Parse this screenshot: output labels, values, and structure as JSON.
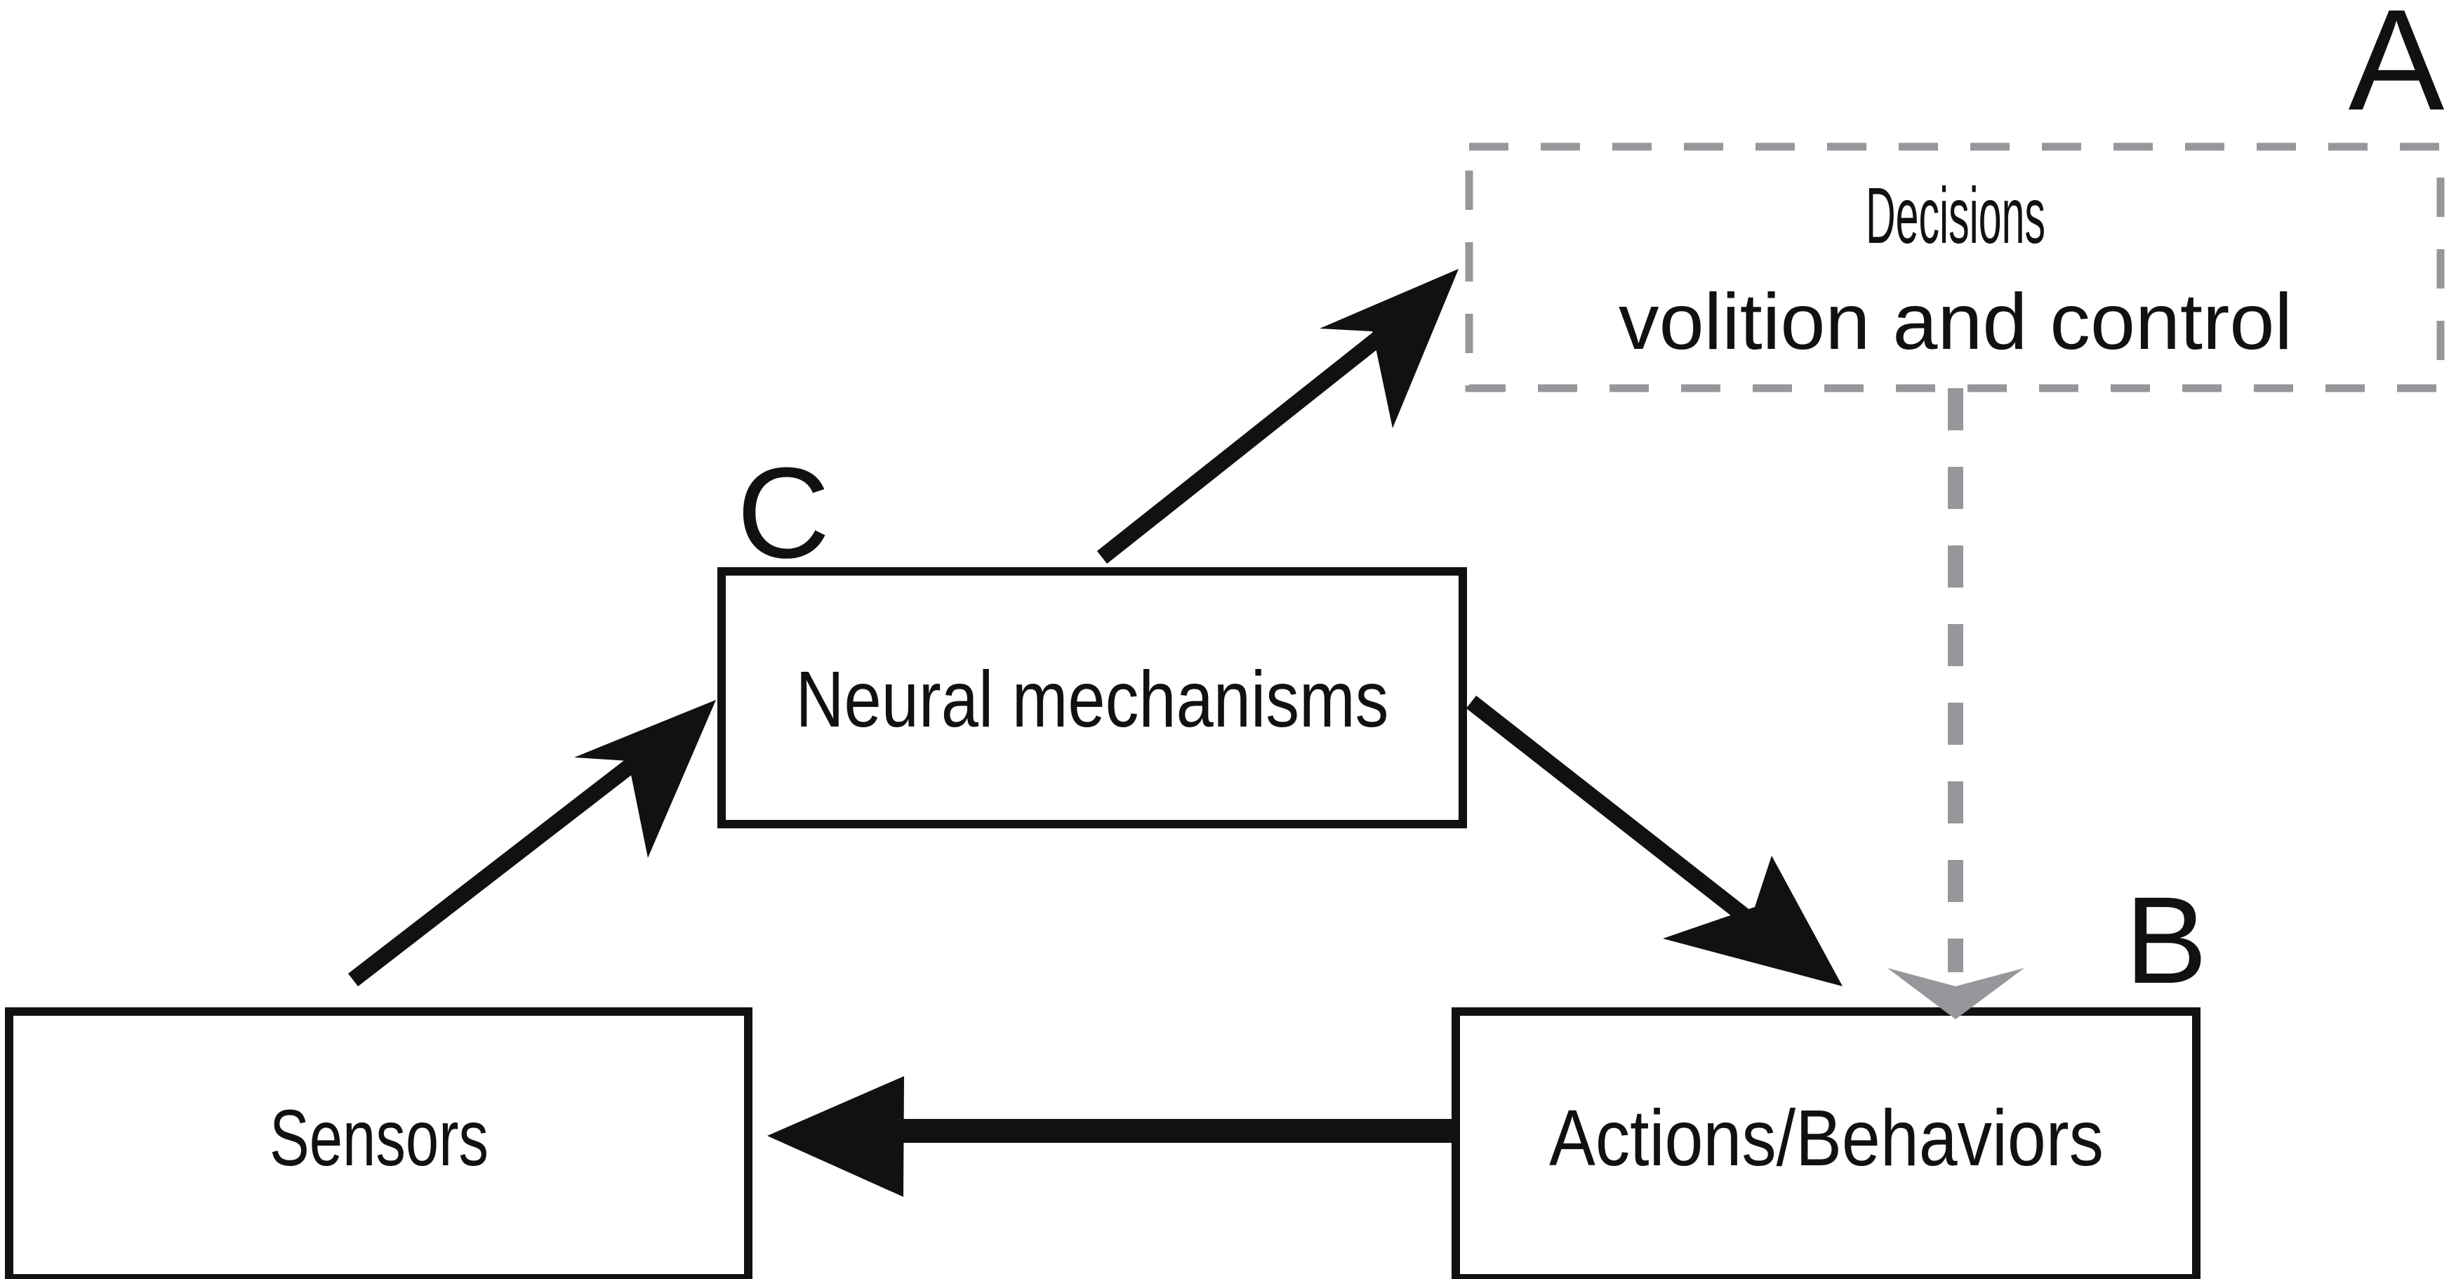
{
  "figure": {
    "type": "block-flow-diagram",
    "background_color": "#ffffff",
    "stroke_color": "#111111",
    "dashed_color": "#97979b"
  },
  "panels": [
    {
      "id": "A",
      "label": "A"
    },
    {
      "id": "B",
      "label": "B"
    },
    {
      "id": "C",
      "label": "C"
    }
  ],
  "nodes": {
    "decisions": {
      "label_line1": "Decisions",
      "label_line2": "volition and control",
      "border_style": "dashed",
      "border_color": "#97979b",
      "panel": "A"
    },
    "neural": {
      "label": "Neural mechanisms",
      "border_style": "solid",
      "border_color": "#111111",
      "panel": "C"
    },
    "sensors": {
      "label": "Sensors",
      "border_style": "solid",
      "border_color": "#111111"
    },
    "actions": {
      "label": "Actions/Behaviors",
      "border_style": "solid",
      "border_color": "#111111",
      "panel": "B"
    }
  },
  "edges": [
    {
      "id": "sensors-to-neural",
      "from": "sensors",
      "to": "neural",
      "style": "solid",
      "color": "#111111",
      "direction": "up-right"
    },
    {
      "id": "neural-to-decisions",
      "from": "neural",
      "to": "decisions",
      "style": "solid",
      "color": "#111111",
      "direction": "up-right"
    },
    {
      "id": "neural-to-actions",
      "from": "neural",
      "to": "actions",
      "style": "solid",
      "color": "#111111",
      "direction": "down-right"
    },
    {
      "id": "actions-to-sensors",
      "from": "actions",
      "to": "sensors",
      "style": "solid",
      "color": "#111111",
      "direction": "left"
    },
    {
      "id": "decisions-to-actions",
      "from": "decisions",
      "to": "actions",
      "style": "dashed",
      "color": "#97979b",
      "direction": "down"
    }
  ]
}
